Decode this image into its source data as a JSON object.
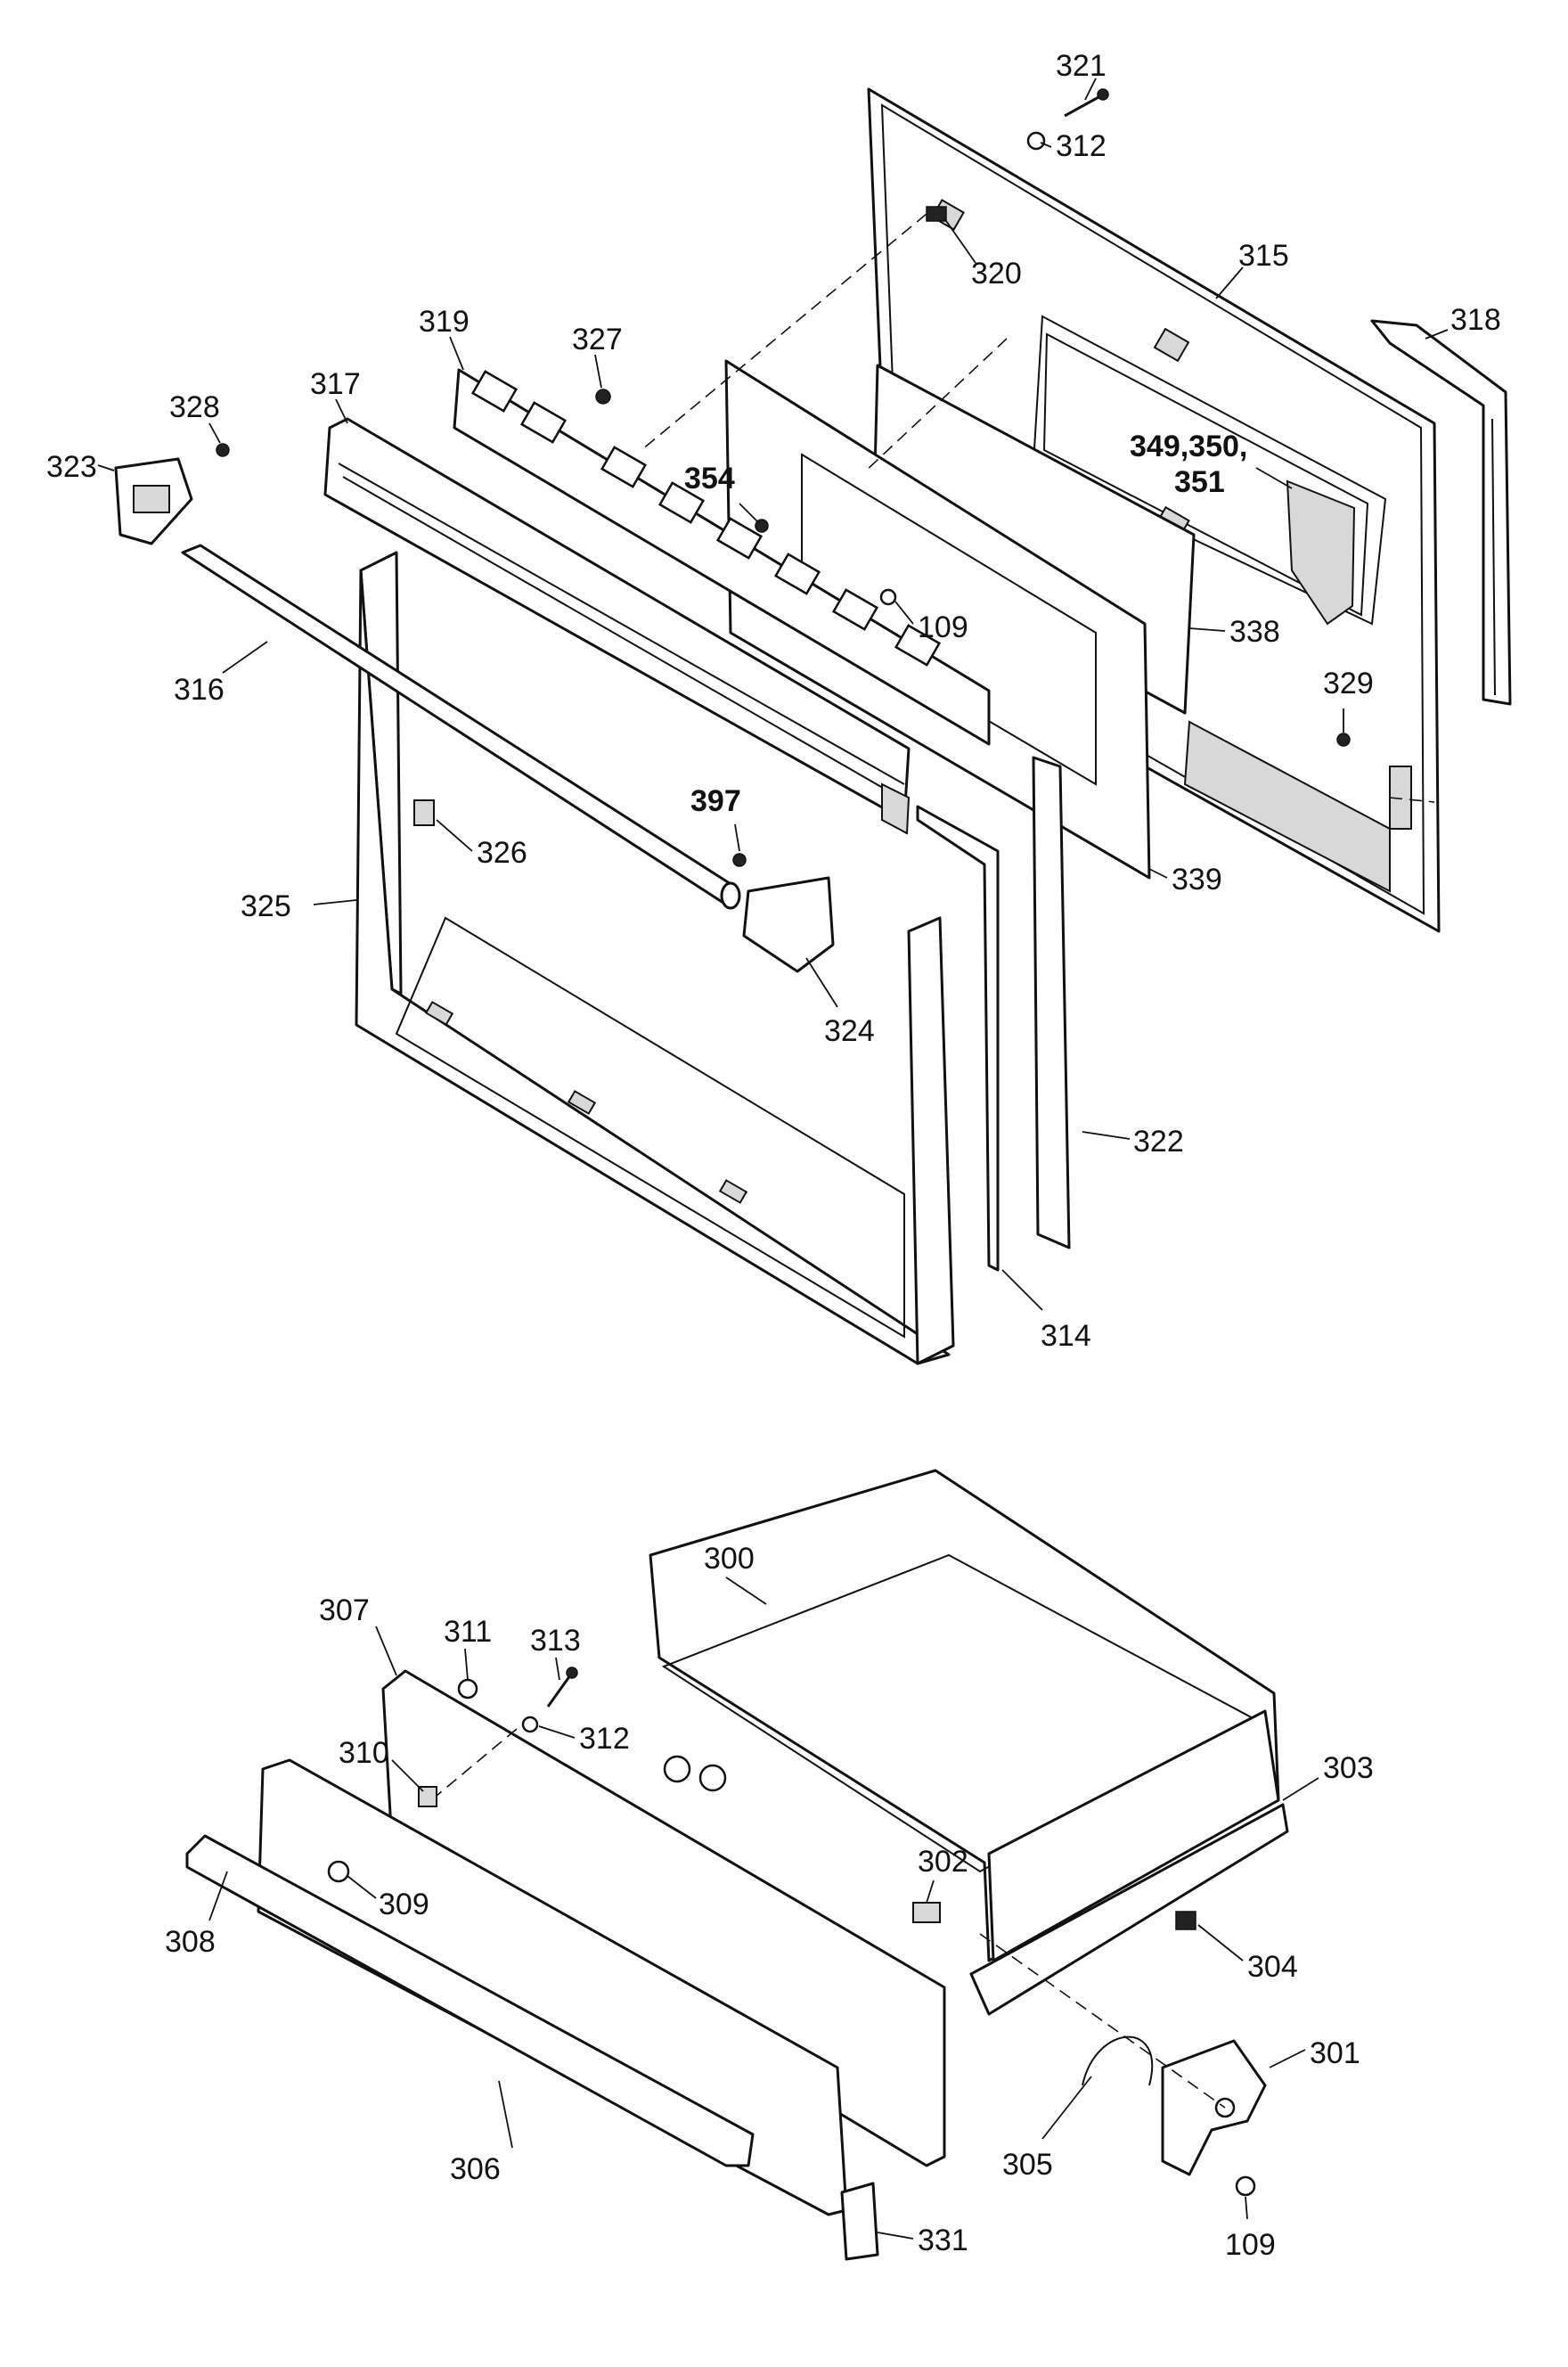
{
  "labels": {
    "p321": "321",
    "p312a": "312",
    "p320": "320",
    "p315": "315",
    "p318": "318",
    "p319": "319",
    "p327": "327",
    "p317": "317",
    "p328": "328",
    "p323": "323",
    "p354": "354",
    "p349": "349,350,",
    "p351": "351",
    "p109a": "109",
    "p338": "338",
    "p316": "316",
    "p329": "329",
    "p397": "397",
    "p326": "326",
    "p325": "325",
    "p339": "339",
    "p324": "324",
    "p322": "322",
    "p314": "314",
    "p300": "300",
    "p307": "307",
    "p311": "311",
    "p313": "313",
    "p312b": "312",
    "p310": "310",
    "p303": "303",
    "p309": "309",
    "p308": "308",
    "p302": "302",
    "p304": "304",
    "p301": "301",
    "p305": "305",
    "p306": "306",
    "p109b": "109",
    "p331": "331"
  }
}
